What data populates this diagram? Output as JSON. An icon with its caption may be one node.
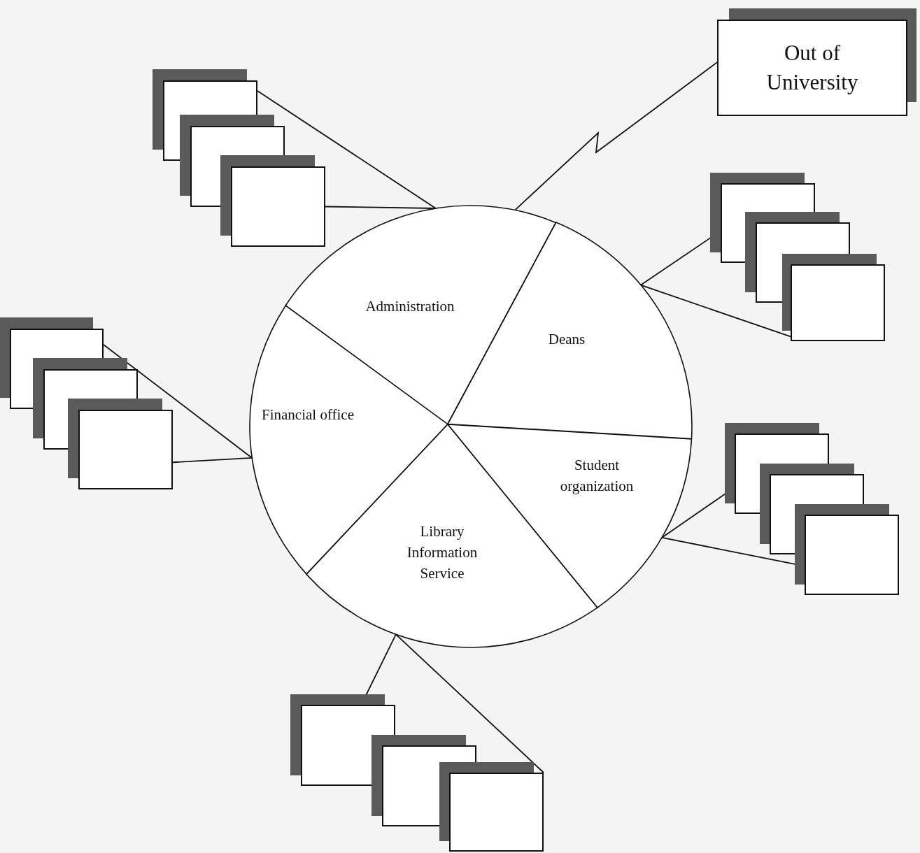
{
  "diagram": {
    "nodes": [
      {
        "text": [
          "Administration"
        ]
      },
      {
        "text": [
          "Deans"
        ]
      },
      {
        "text": [
          "Financial office"
        ]
      },
      {
        "text": [
          "Student organization"
        ]
      },
      {
        "text": [
          "Library Information Service"
        ]
      },
      {
        "text": [
          "Out of University"
        ]
      },
      {
        "text": [],
        "shape": "box"
      },
      {
        "text": [],
        "shape": "box"
      },
      {
        "text": [],
        "shape": "box"
      },
      {
        "text": [],
        "shape": "box"
      },
      {
        "text": [],
        "shape": "box"
      },
      {
        "text": [],
        "shape": "box"
      },
      {
        "text": [],
        "shape": "box"
      },
      {
        "text": [],
        "shape": "box"
      },
      {
        "text": [],
        "shape": "box"
      },
      {
        "text": [],
        "shape": "box"
      },
      {
        "text": [],
        "shape": "box"
      },
      {
        "text": [],
        "shape": "box"
      },
      {
        "text": [],
        "shape": "box"
      },
      {
        "text": [],
        "shape": "box"
      },
      {
        "text": [],
        "shape": "box"
      }
    ],
    "edges": [
      {
        "from": 0,
        "to": 6,
        "arrow": "none"
      },
      {
        "from": 0,
        "to": 8,
        "arrow": "none"
      },
      {
        "from": 0,
        "to": 5,
        "arrow": "none"
      },
      {
        "from": 1,
        "to": 9,
        "arrow": "none"
      },
      {
        "from": 1,
        "to": 11,
        "arrow": "none"
      },
      {
        "from": 2,
        "to": 12,
        "arrow": "none"
      },
      {
        "from": 2,
        "to": 14,
        "arrow": "none"
      },
      {
        "from": 3,
        "to": 15,
        "arrow": "none"
      },
      {
        "from": 3,
        "to": 17,
        "arrow": "none"
      },
      {
        "from": 4,
        "to": 18,
        "arrow": "none"
      },
      {
        "from": 4,
        "to": 20,
        "arrow": "none"
      }
    ]
  }
}
